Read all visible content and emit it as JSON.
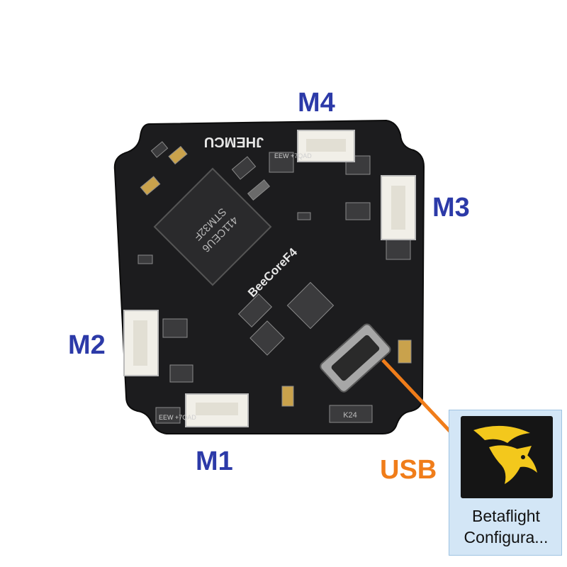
{
  "motor_labels": {
    "m1": "M1",
    "m2": "M2",
    "m3": "M3",
    "m4": "M4"
  },
  "usb_label": "USB",
  "board": {
    "brand": "JHEMCU",
    "model": "BeeCoreF4",
    "mcu_line1": "STM32F",
    "mcu_line2": "411CEU6",
    "connector_marking": "EEW +7QAD",
    "chip_marking": "K24"
  },
  "app_icon": {
    "name_line1": "Betaflight",
    "name_line2": "Configura..."
  },
  "colors": {
    "motor_label": "#2c3aa8",
    "usb_label": "#f07d1a",
    "board": "#1c1c1e",
    "pointer_line": "#f07d1a"
  }
}
